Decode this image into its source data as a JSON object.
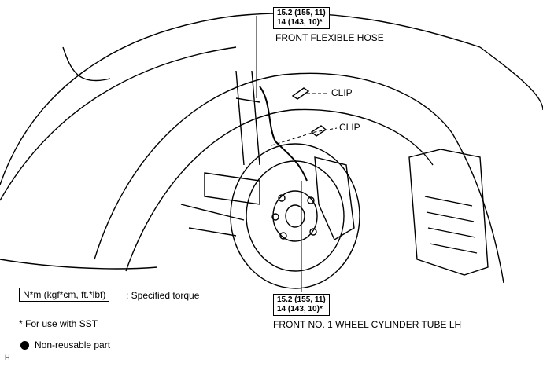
{
  "torque_top": {
    "line1": "15.2 (155, 11)",
    "line2": "14 (143, 10)*"
  },
  "label_top_hose": "FRONT FLEXIBLE HOSE",
  "clip_labels": [
    "CLIP",
    "CLIP"
  ],
  "torque_bottom": {
    "line1": "15.2 (155, 11)",
    "line2": "14 (143, 10)*"
  },
  "label_bottom_tube": "FRONT NO. 1 WHEEL CYLINDER TUBE LH",
  "legend": {
    "units_box": "N*m (kgf*cm, ft.*lbf)",
    "units_text": ": Specified torque",
    "note_sst": "* For use with SST",
    "non_reusable": "Non-reusable part"
  },
  "corner_mark": "H"
}
